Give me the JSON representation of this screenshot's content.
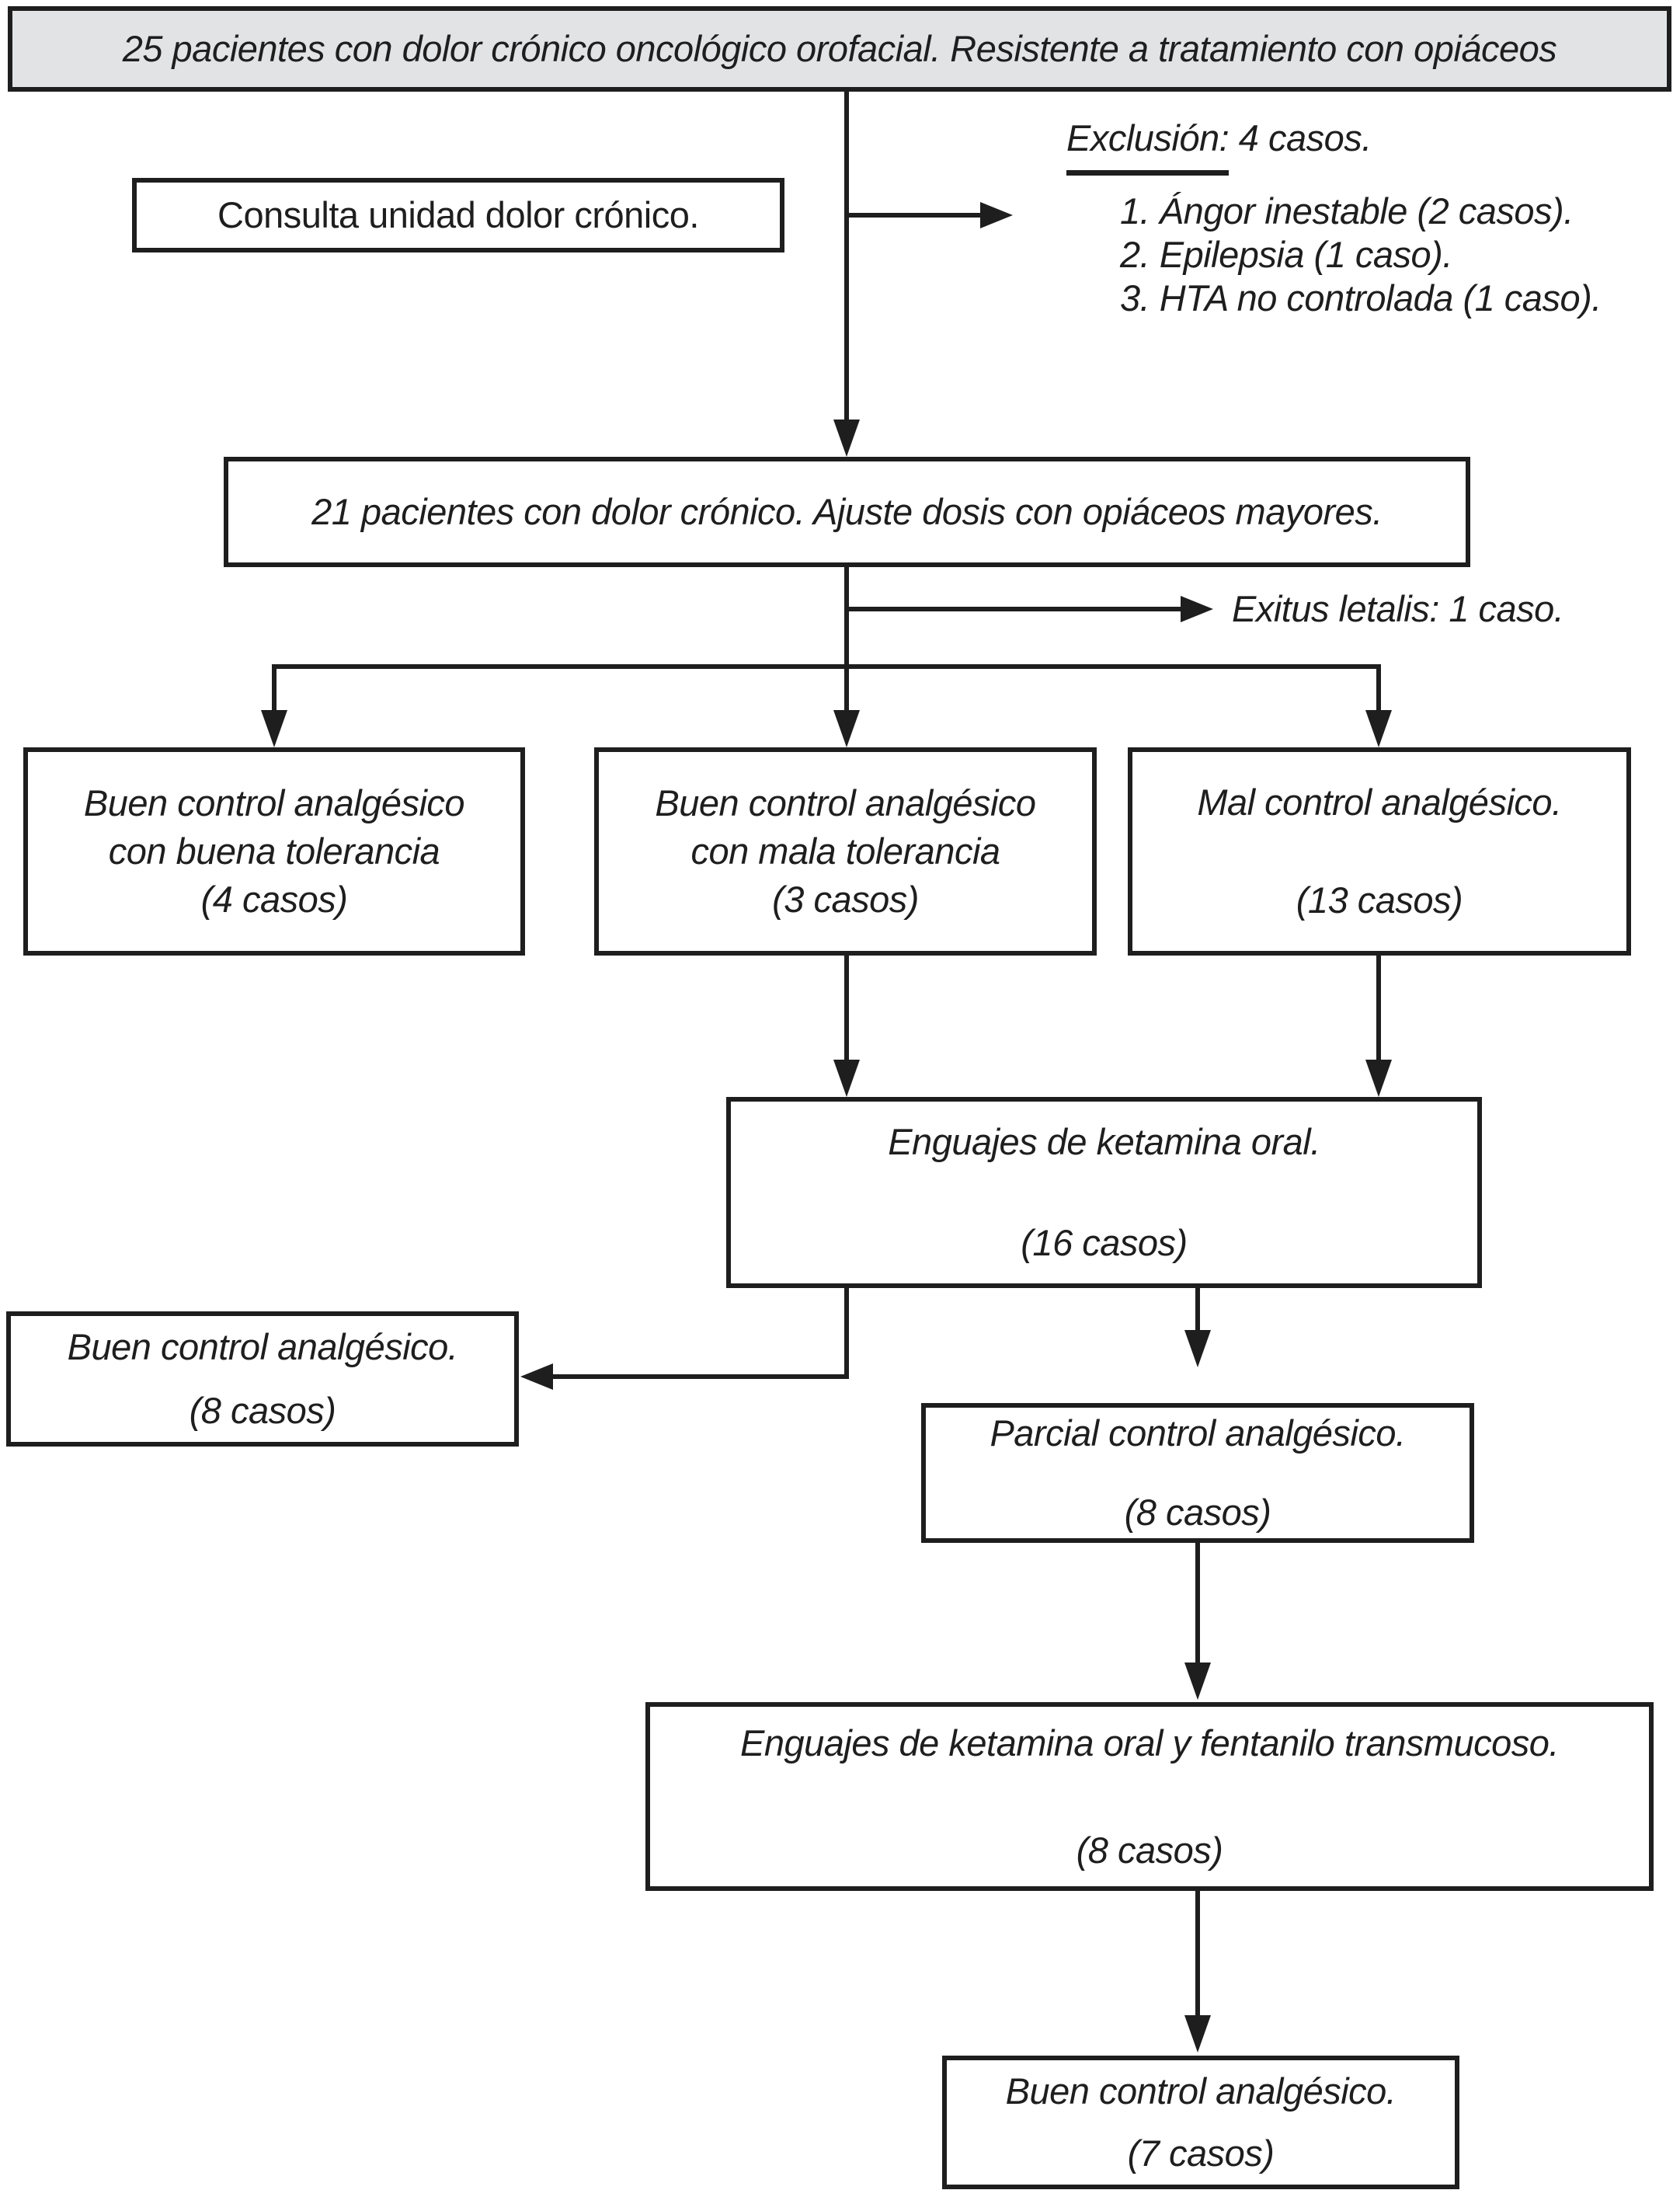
{
  "colors": {
    "ink": "#1e1e1e",
    "title_bg": "#e2e3e5",
    "background": "#ffffff"
  },
  "title": "25 pacientes con dolor crónico oncológico orofacial. Resistente a tratamiento con opiáceos",
  "consulta": "Consulta unidad dolor crónico.",
  "exclusion": {
    "word": "Exclusión:",
    "rest": " 4 casos.",
    "items": [
      "1. Ángor inestable (2 casos).",
      "2. Epilepsia (1 caso).",
      "3. HTA no controlada (1 caso)."
    ]
  },
  "adjust": "21 pacientes con dolor crónico. Ajuste dosis con opiáceos mayores.",
  "exitus": "Exitus letalis: 1 caso.",
  "good_tolerance": [
    "Buen control analgésico",
    "con buena tolerancia",
    "(4 casos)"
  ],
  "bad_tolerance": [
    "Buen control analgésico",
    "con mala tolerancia",
    "(3 casos)"
  ],
  "poor_control": [
    "Mal control analgésico.",
    "(13 casos)"
  ],
  "ketamine": [
    "Enguajes de ketamina oral.",
    "(16 casos)"
  ],
  "good_control_8": [
    "Buen control analgésico.",
    "(8 casos)"
  ],
  "partial_control": [
    "Parcial control analgésico.",
    "(8 casos)"
  ],
  "ketamine_fentanyl": [
    "Enguajes de ketamina oral y fentanilo transmucoso.",
    "(8 casos)"
  ],
  "good_control_7": [
    "Buen control analgésico.",
    "(7 casos)"
  ]
}
